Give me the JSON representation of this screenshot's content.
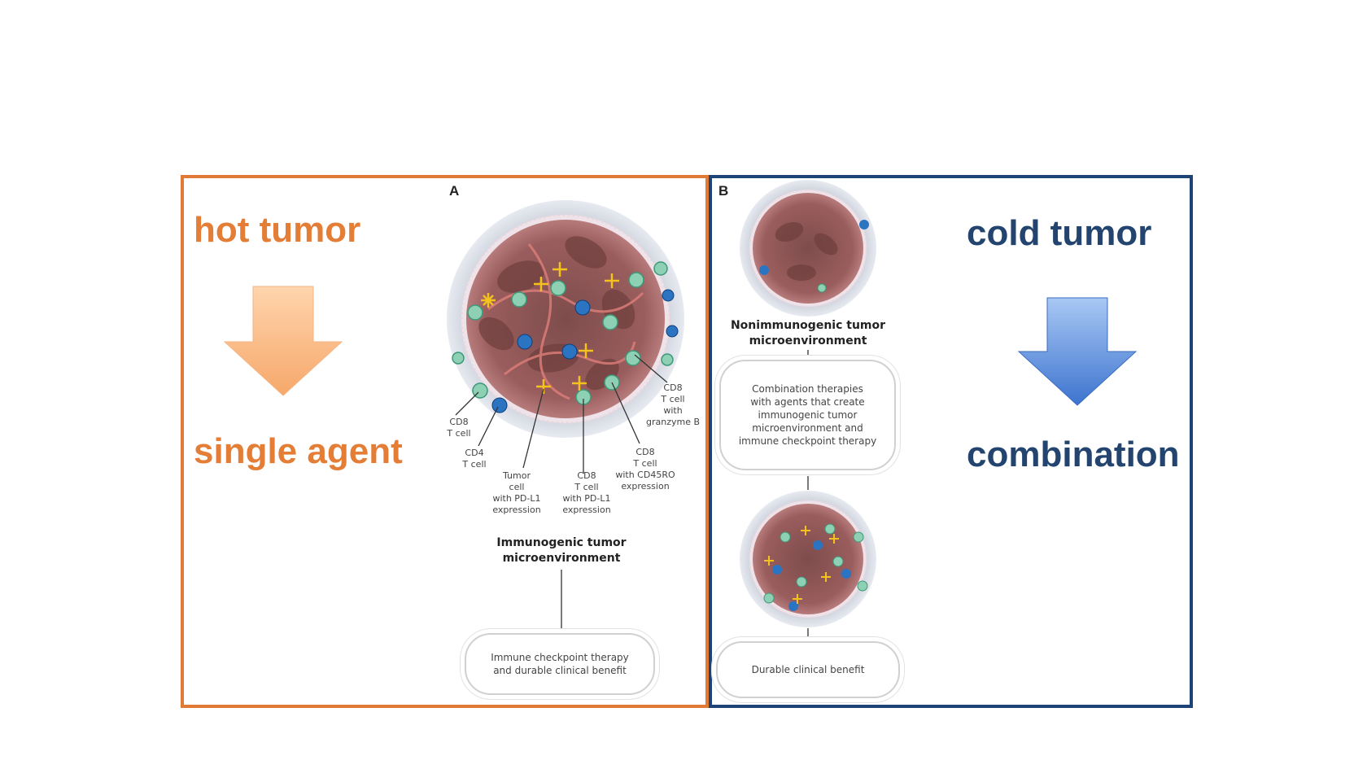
{
  "panel_a": {
    "letter": "A",
    "heading_top": "hot tumor",
    "heading_bottom": "single agent",
    "labels": {
      "cd8": "CD8\nT cell",
      "cd4": "CD4\nT cell",
      "tumor_pdl1": "Tumor\ncell\nwith PD-L1\nexpression",
      "cd8_pdl1": "CD8\nT cell\nwith PD-L1\nexpression",
      "cd8_cd45ro": "CD8\nT cell\nwith CD45RO\nexpression",
      "cd8_granzyme": "CD8\nT cell\nwith\ngranzyme B"
    },
    "caption": "Immunogenic tumor\nmicroenvironment",
    "result_box": "Immune checkpoint therapy\nand durable clinical benefit"
  },
  "panel_b": {
    "letter": "B",
    "heading_top": "cold tumor",
    "heading_bottom": "combination",
    "caption": "Nonimmunogenic tumor\nmicroenvironment",
    "therapy_box": "Combination therapies\nwith agents that create\nimmunogenic tumor\nmicroenvironment and\nimmune checkpoint therapy",
    "result_box": "Durable clinical benefit"
  },
  "colors": {
    "hot": "#e47d35",
    "cold": "#23446f",
    "panel_a_border": "#e07a35",
    "panel_b_border": "#1e4477"
  },
  "icons": [
    "down-arrow-orange-icon",
    "down-arrow-blue-icon",
    "tumor-cell-cluster-icon"
  ]
}
